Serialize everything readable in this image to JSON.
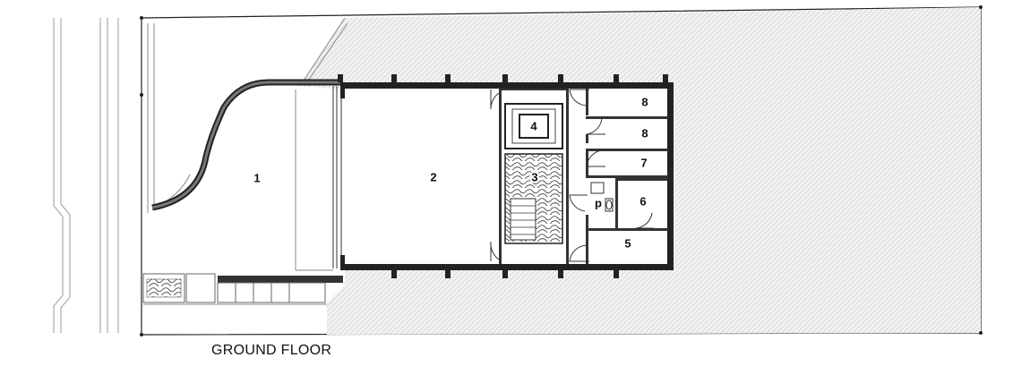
{
  "caption": "GROUND FLOOR",
  "rooms": [
    {
      "id": "room-1",
      "label": "1"
    },
    {
      "id": "room-2",
      "label": "2"
    },
    {
      "id": "room-3",
      "label": "3"
    },
    {
      "id": "room-4",
      "label": "4"
    },
    {
      "id": "room-5",
      "label": "5"
    },
    {
      "id": "room-6",
      "label": "6"
    },
    {
      "id": "room-7",
      "label": "7"
    },
    {
      "id": "room-8a",
      "label": "8"
    },
    {
      "id": "room-8b",
      "label": "8"
    },
    {
      "id": "room-p",
      "label": "p"
    }
  ]
}
